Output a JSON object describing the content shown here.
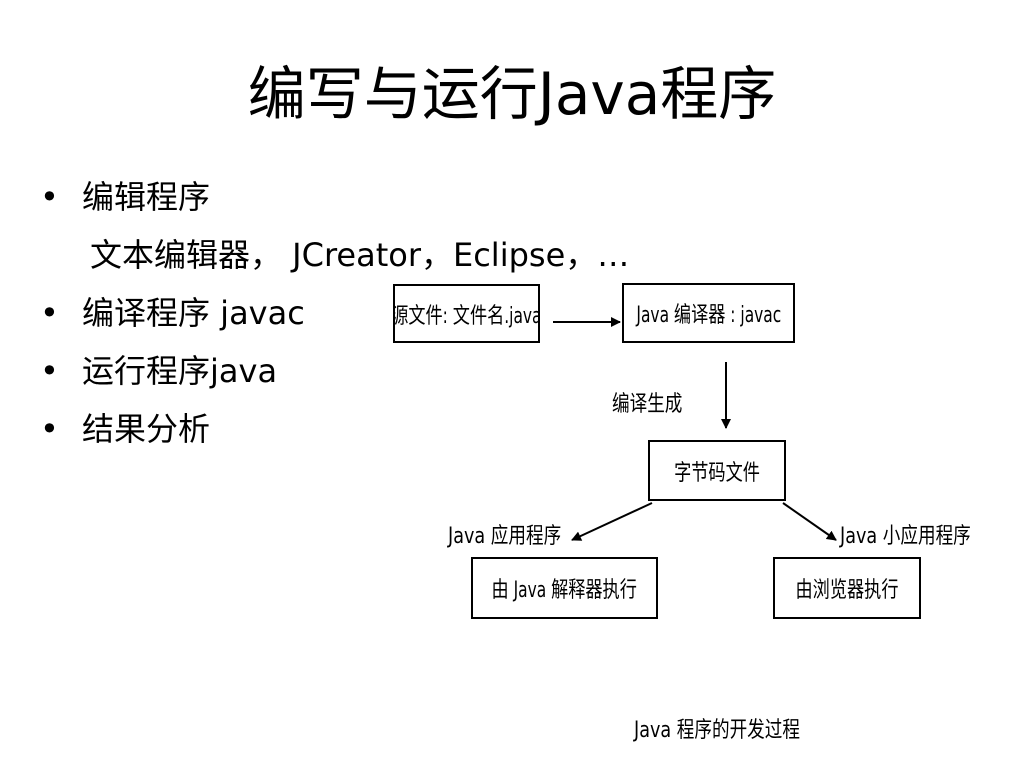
{
  "title": "编写与运行Java程序",
  "bullets": [
    {
      "marker": "•",
      "text": "编辑程序"
    },
    {
      "marker": "",
      "text": "文本编辑器， JCreator，Eclipse，…"
    },
    {
      "marker": "•",
      "text": "编译程序 javac"
    },
    {
      "marker": "•",
      "text": "运行程序java"
    },
    {
      "marker": "•",
      "text": "结果分析"
    }
  ],
  "diagram": {
    "source_box": "源文件: 文件名.java",
    "compiler_box": "Java 编译器 : javac",
    "compile_label": "编译生成",
    "bytecode_box": "字节码文件",
    "app_label": "Java 应用程序",
    "applet_label": "Java 小应用程序",
    "interpreter_box": "由 Java 解释器执行",
    "browser_box": "由浏览器执行",
    "caption": "Java 程序的开发过程"
  }
}
